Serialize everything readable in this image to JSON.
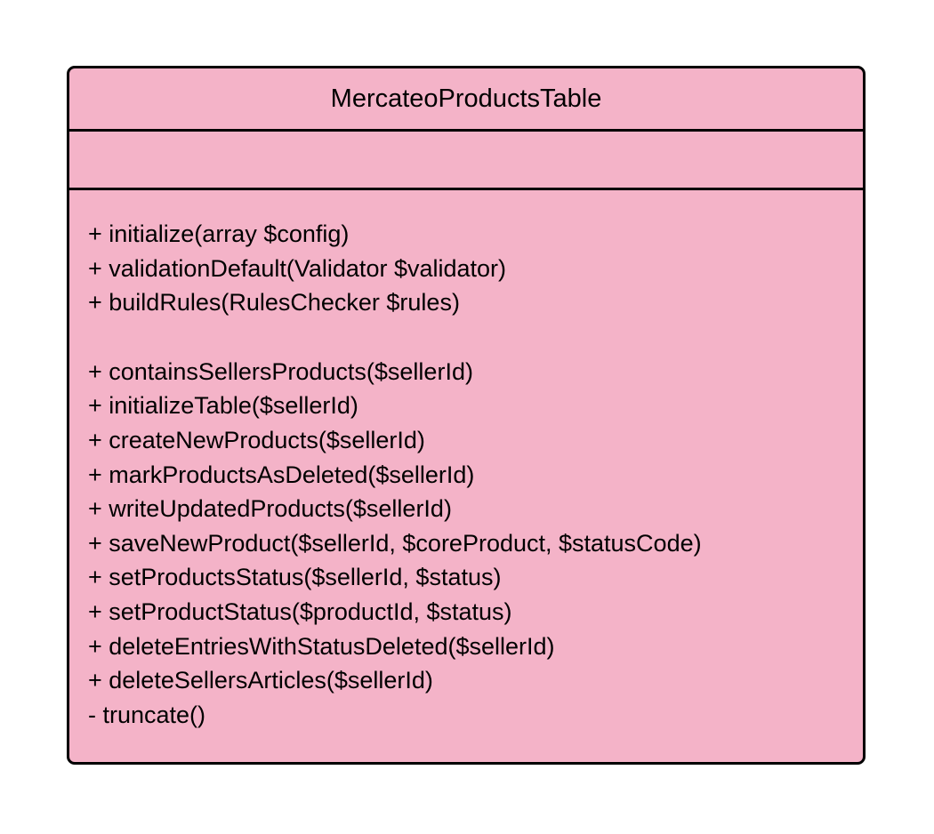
{
  "colors": {
    "class_fill": "#f4b3c8",
    "border": "#000000",
    "text": "#000000"
  },
  "class": {
    "name": "MercateoProductsTable",
    "attributes": [],
    "operation_groups": [
      [
        "+ initialize(array $config)",
        "+ validationDefault(Validator $validator)",
        "+ buildRules(RulesChecker $rules)"
      ],
      [
        "+ containsSellersProducts($sellerId)",
        "+ initializeTable($sellerId)",
        "+ createNewProducts($sellerId)",
        "+ markProductsAsDeleted($sellerId)",
        "+ writeUpdatedProducts($sellerId)",
        "+ saveNewProduct($sellerId, $coreProduct, $statusCode)",
        "+ setProductsStatus($sellerId, $status)",
        "+ setProductStatus($productId, $status)",
        "+ deleteEntriesWithStatusDeleted($sellerId)",
        "+ deleteSellersArticles($sellerId)",
        "- truncate()"
      ]
    ]
  }
}
